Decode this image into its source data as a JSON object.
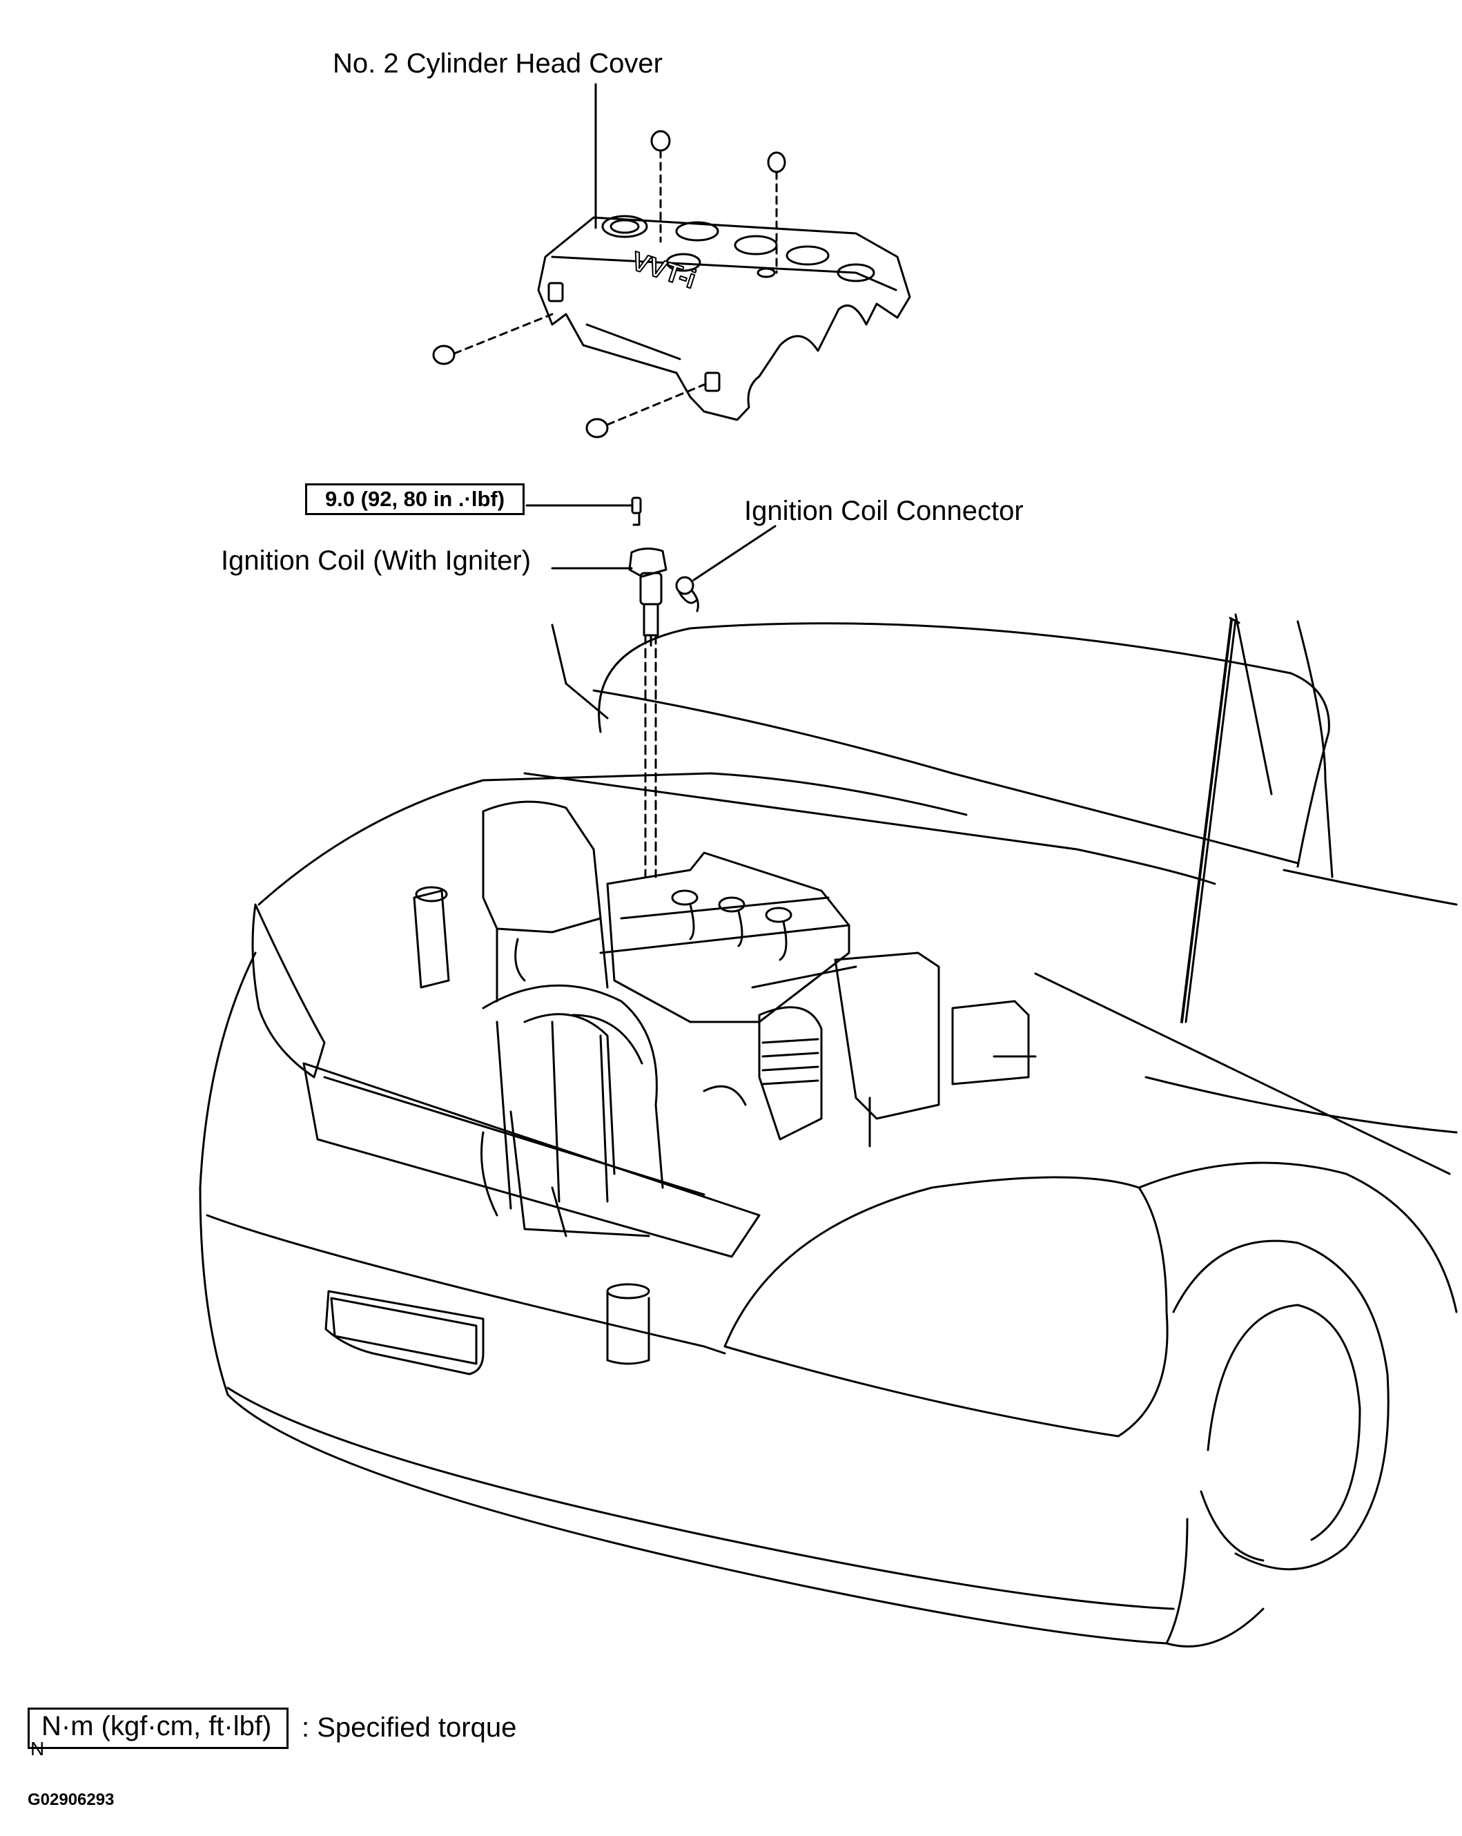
{
  "labels": {
    "head_cover": "No. 2 Cylinder Head Cover",
    "torque_value": "9.0 (92, 80 in .·lbf)",
    "coil_connector": "Ignition Coil Connector",
    "ignition_coil": "Ignition Coil (With Igniter)",
    "cover_emblem": "VVT-i"
  },
  "legend": {
    "unit": "N·m (kgf·cm, ft·lbf)",
    "mark": "N",
    "description": ": Specified torque"
  },
  "figure_id": "G02906293"
}
